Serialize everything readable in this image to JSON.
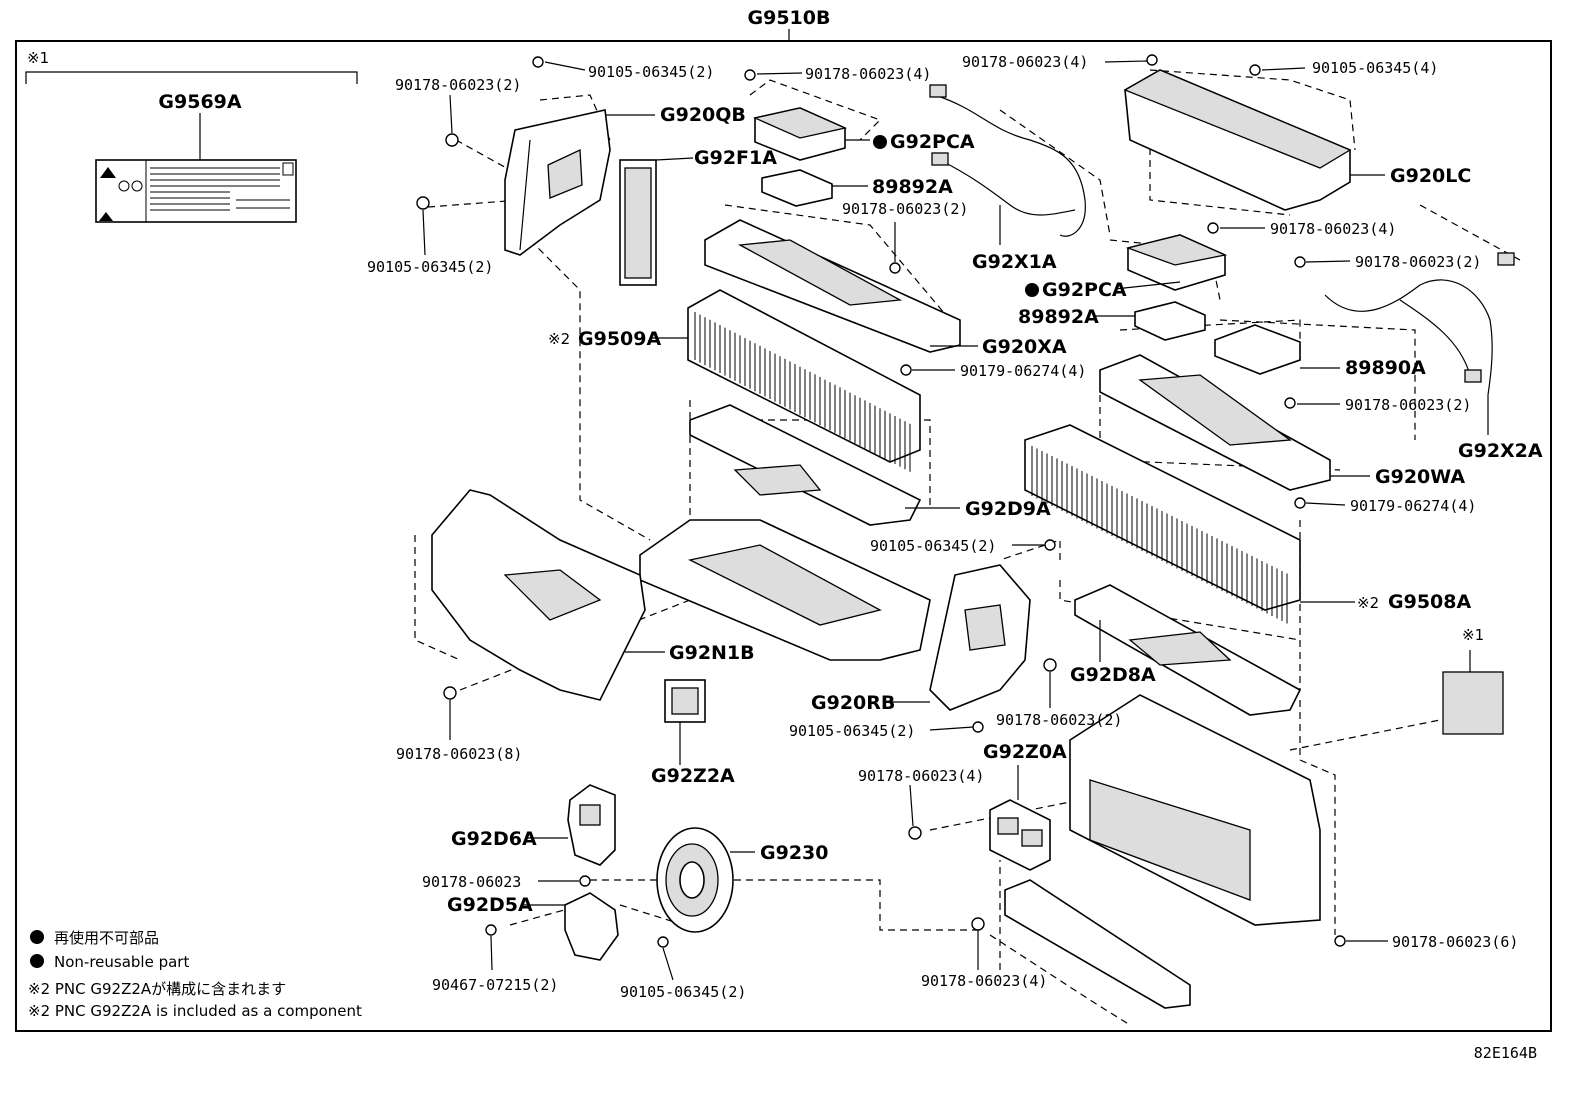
{
  "diagram": {
    "main_assembly": "G9510B",
    "label_group": {
      "mark": "※1",
      "part": "G9569A"
    },
    "legend": {
      "non_reusable_ja": "再使用不可部品",
      "non_reusable_en": "Non-reusable part",
      "note2_ja": "※2 PNC G92Z2Aが構成に含まれます",
      "note2_en": "※2 PNC G92Z2A is included as a component"
    },
    "figure_code": "82E164B",
    "right_label_mark": "※1",
    "parts": {
      "p1": "90178-06023(2)",
      "p2": "90105-06345(2)",
      "p3": "G920QB",
      "p4": "G92F1A",
      "p5": "90105-06345(2)",
      "p6": "90178-06023(4)",
      "p7": "G92PCA",
      "p8": "89892A",
      "p9": "90178-06023(2)",
      "p10": "90178-06023(4)",
      "p11": "G92X1A",
      "p12": "90105-06345(4)",
      "p13": "G920LC",
      "p14": "90178-06023(4)",
      "p15": "G92PCA",
      "p16": "89892A",
      "p17": "90178-06023(2)",
      "p18": "89890A",
      "p19": "90178-06023(2)",
      "p20": "G92X2A",
      "p21": "G9509A",
      "p22": "G920XA",
      "p23": "90179-06274(4)",
      "p24": "G920WA",
      "p25": "90179-06274(4)",
      "p26": "G92D9A",
      "p27": "90105-06345(2)",
      "p28": "G9508A",
      "p29": "G92N1B",
      "p30": "G92D8A",
      "p31": "90178-06023(8)",
      "p32": "G920RB",
      "p33": "90178-06023(2)",
      "p34": "90105-06345(2)",
      "p35": "G92Z2A",
      "p36": "G92Z0A",
      "p37": "90178-06023(4)",
      "p38": "G92D6A",
      "p39": "G9230",
      "p40": "90178-06023",
      "p41": "G92D5A",
      "p42": "90467-07215(2)",
      "p43": "90105-06345(2)",
      "p44": "90178-06023(4)",
      "p45": "90178-06023(6)"
    },
    "marks": {
      "g9509a": "※2",
      "g9508a": "※2"
    }
  }
}
